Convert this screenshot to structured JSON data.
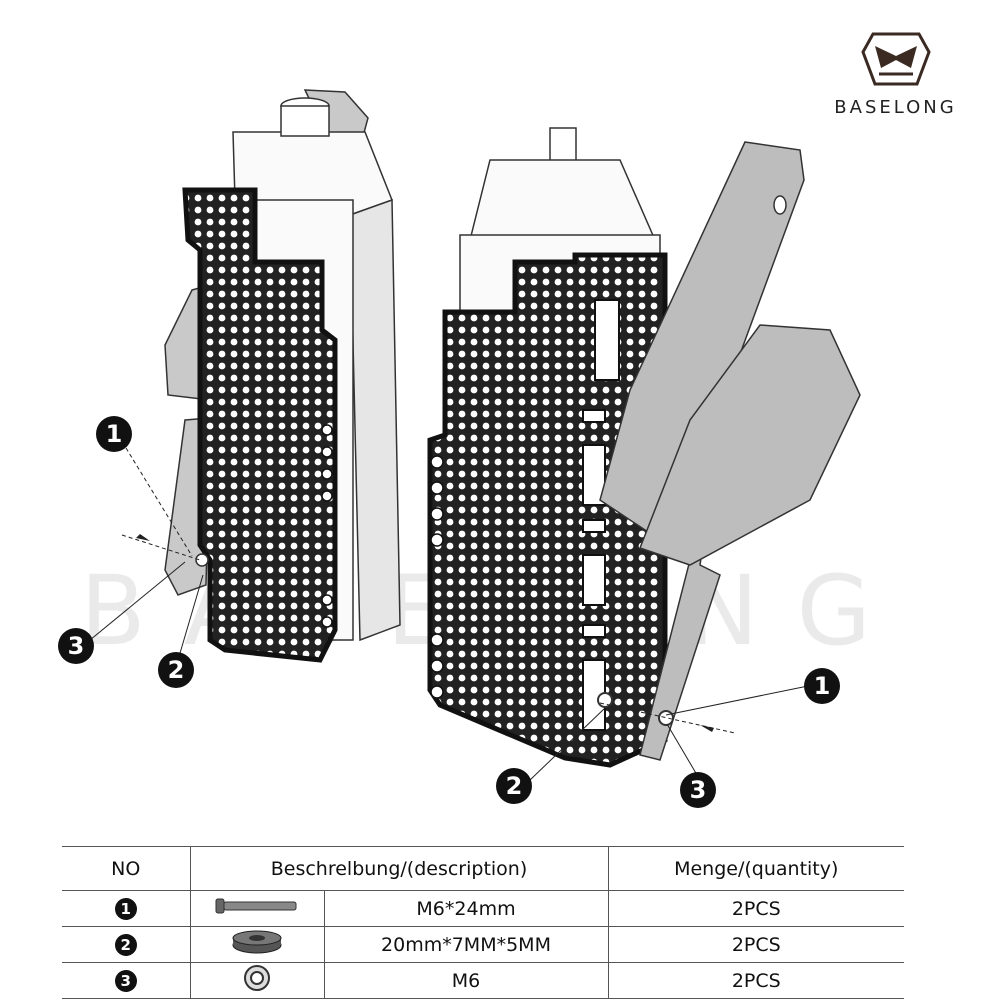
{
  "brand": {
    "name": "BASELONG",
    "watermark": "BASELONG"
  },
  "callouts": [
    "1",
    "2",
    "3"
  ],
  "table": {
    "headers": {
      "no": "NO",
      "description": "Beschrelbung/(description)",
      "quantity": "Menge/(quantity)"
    },
    "rows": [
      {
        "no": "1",
        "part_icon": "bolt-icon",
        "description": "M6*24mm",
        "quantity": "2PCS"
      },
      {
        "no": "2",
        "part_icon": "spacer-icon",
        "description": "20mm*7MM*5MM",
        "quantity": "2PCS"
      },
      {
        "no": "3",
        "part_icon": "washer-icon",
        "description": "M6",
        "quantity": "2PCS"
      }
    ]
  }
}
